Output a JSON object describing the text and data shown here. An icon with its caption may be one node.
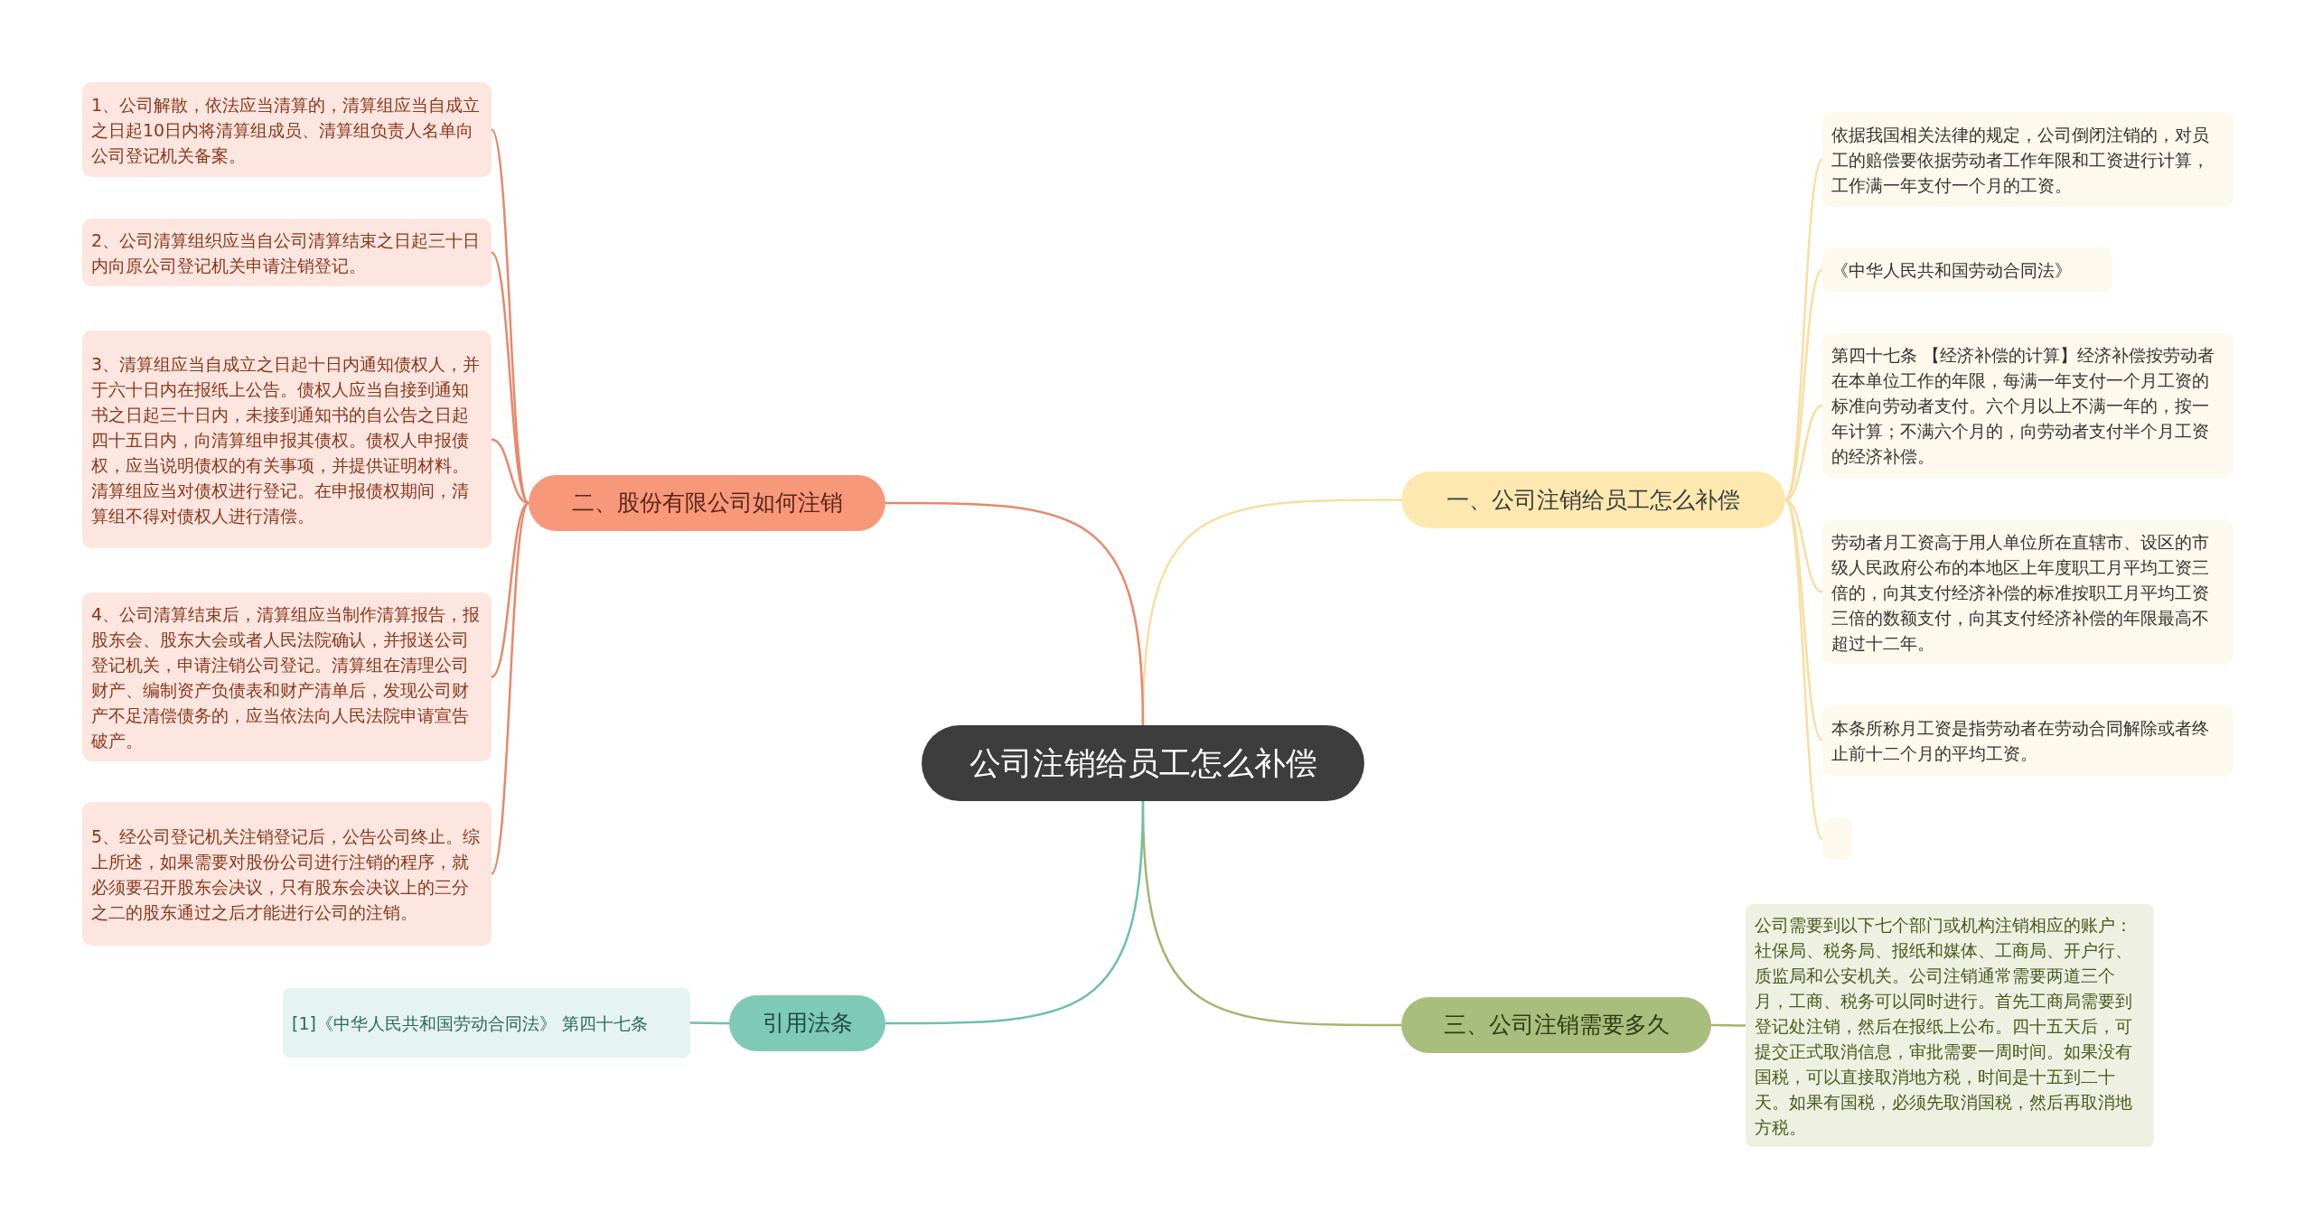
{
  "diagram": {
    "nodes": [
      {
        "text": [
          "公司注销给员工怎么补偿"
        ]
      },
      {
        "text": [
          "一、公司注销给员工怎么补偿"
        ]
      },
      {
        "text": [
          "依据我国相关法律的规定，公司倒闭注销的，对员工的赔偿要依据劳动者工作年限和工资进行计算，工作满一年支付一个月的工资。"
        ]
      },
      {
        "text": [
          "《中华人民共和国劳动合同法》"
        ]
      },
      {
        "text": [
          "第四十七条 【经济补偿的计算】经济补偿按劳动者在本单位工作的年限，每满一年支付一个月工资的标准向劳动者支付。六个月以上不满一年的，按一年计算；不满六个月的，向劳动者支付半个月工资的经济补偿。"
        ]
      },
      {
        "text": [
          "劳动者月工资高于用人单位所在直辖市、设区的市级人民政府公布的本地区上年度职工月平均工资三倍的，向其支付经济补偿的标准按职工月平均工资三倍的数额支付，向其支付经济补偿的年限最高不超过十二年。"
        ]
      },
      {
        "text": [
          "本条所称月工资是指劳动者在劳动合同解除或者终止前十二个月的平均工资。"
        ]
      },
      {
        "text": [],
        "shape": "box"
      },
      {
        "text": [
          "二、股份有限公司如何注销"
        ]
      },
      {
        "text": [
          "1、公司解散，依法应当清算的，清算组应当自成立之日起10日内将清算组成员、清算组负责人名单向公司登记机关备案。"
        ]
      },
      {
        "text": [
          "2、公司清算组织应当自公司清算结束之日起三十日内向原公司登记机关申请注销登记。"
        ]
      },
      {
        "text": [
          "3、清算组应当自成立之日起十日内通知债权人，并于六十日内在报纸上公告。债权人应当自接到通知书之日起三十日内，未接到通知书的自公告之日起四十五日内，向清算组申报其债权。债权人申报债权，应当说明债权的有关事项，并提供证明材料。清算组应当对债权进行登记。在申报债权期间，清算组不得对债权人进行清偿。"
        ]
      },
      {
        "text": [
          "4、公司清算结束后，清算组应当制作清算报告，报股东会、股东大会或者人民法院确认，并报送公司登记机关，申请注销公司登记。清算组在清理公司财产、编制资产负债表和财产清单后，发现公司财产不足清偿债务的，应当依法向人民法院申请宣告破产。"
        ]
      },
      {
        "text": [
          "5、经公司登记机关注销登记后，公告公司终止。综上所述，如果需要对股份公司进行注销的程序，就必须要召开股东会决议，只有股东会决议上的三分之二的股东通过之后才能进行公司的注销。"
        ]
      },
      {
        "text": [
          "三、公司注销需要多久"
        ]
      },
      {
        "text": [
          "公司需要到以下七个部门或机构注销相应的账户：社保局、税务局、报纸和媒体、工商局、开户行、质监局和公安机关。公司注销通常需要两道三个月，工商、税务可以同时进行。首先工商局需要到登记处注销，然后在报纸上公布。四十五天后，可提交正式取消信息，审批需要一周时间。如果没有国税，可以直接取消地方税，时间是十五到二十天。如果有国税，必须先取消国税，然后再取消地方税。"
        ]
      },
      {
        "text": [
          "引用法条"
        ]
      },
      {
        "text": [
          "[1]《中华人民共和国劳动合同法》 第四十七条"
        ]
      }
    ],
    "edges": [
      {
        "from": 0,
        "to": 1,
        "arrow": "none",
        "color": "#f7dfa0"
      },
      {
        "from": 1,
        "to": 2,
        "arrow": "none",
        "color": "#f7dfa0"
      },
      {
        "from": 1,
        "to": 3,
        "arrow": "none",
        "color": "#f7dfa0"
      },
      {
        "from": 1,
        "to": 4,
        "arrow": "none",
        "color": "#f7dfa0"
      },
      {
        "from": 1,
        "to": 5,
        "arrow": "none",
        "color": "#f7dfa0"
      },
      {
        "from": 1,
        "to": 6,
        "arrow": "none",
        "color": "#f7dfa0"
      },
      {
        "from": 1,
        "to": 7,
        "arrow": "none",
        "color": "#f7dfa0"
      },
      {
        "from": 0,
        "to": 8,
        "arrow": "none",
        "color": "#e9876a"
      },
      {
        "from": 8,
        "to": 9,
        "arrow": "none",
        "color": "#e9876a"
      },
      {
        "from": 8,
        "to": 10,
        "arrow": "none",
        "color": "#e9876a"
      },
      {
        "from": 8,
        "to": 11,
        "arrow": "none",
        "color": "#e9876a"
      },
      {
        "from": 8,
        "to": 12,
        "arrow": "none",
        "color": "#e9876a"
      },
      {
        "from": 8,
        "to": 13,
        "arrow": "none",
        "color": "#e9876a"
      },
      {
        "from": 0,
        "to": 14,
        "arrow": "none",
        "color": "#a3b56f"
      },
      {
        "from": 14,
        "to": 15,
        "arrow": "none",
        "color": "#a3b56f"
      },
      {
        "from": 0,
        "to": 16,
        "arrow": "none",
        "color": "#6cc0ad"
      },
      {
        "from": 16,
        "to": 17,
        "arrow": "none",
        "color": "#6cc0ad"
      }
    ]
  }
}
